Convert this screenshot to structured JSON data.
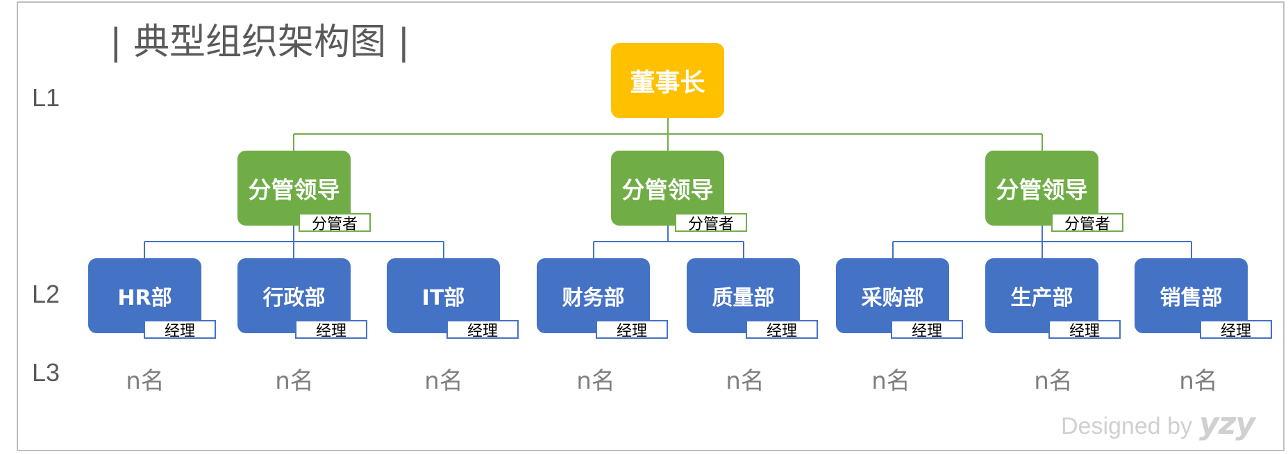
{
  "title": "| 典型组织架构图 |",
  "levels": [
    "L1",
    "L2",
    "L3"
  ],
  "top": {
    "label": "董事长"
  },
  "leaders": [
    {
      "label": "分管领导",
      "tag": "分管者"
    },
    {
      "label": "分管领导",
      "tag": "分管者"
    },
    {
      "label": "分管领导",
      "tag": "分管者"
    }
  ],
  "departments": [
    {
      "label": "HR部",
      "tag": "经理",
      "count": "n名"
    },
    {
      "label": "行政部",
      "tag": "经理",
      "count": "n名"
    },
    {
      "label": "IT部",
      "tag": "经理",
      "count": "n名"
    },
    {
      "label": "财务部",
      "tag": "经理",
      "count": "n名"
    },
    {
      "label": "质量部",
      "tag": "经理",
      "count": "n名"
    },
    {
      "label": "采购部",
      "tag": "经理",
      "count": "n名"
    },
    {
      "label": "生产部",
      "tag": "经理",
      "count": "n名"
    },
    {
      "label": "销售部",
      "tag": "经理",
      "count": "n名"
    }
  ],
  "signature": {
    "text": "Designed by",
    "logo": "yzy"
  },
  "colors": {
    "top": "#ffc000",
    "leader": "#70ad47",
    "department": "#4472c4",
    "connector_top": "#70ad47",
    "connector_dept": "#4472c4"
  }
}
